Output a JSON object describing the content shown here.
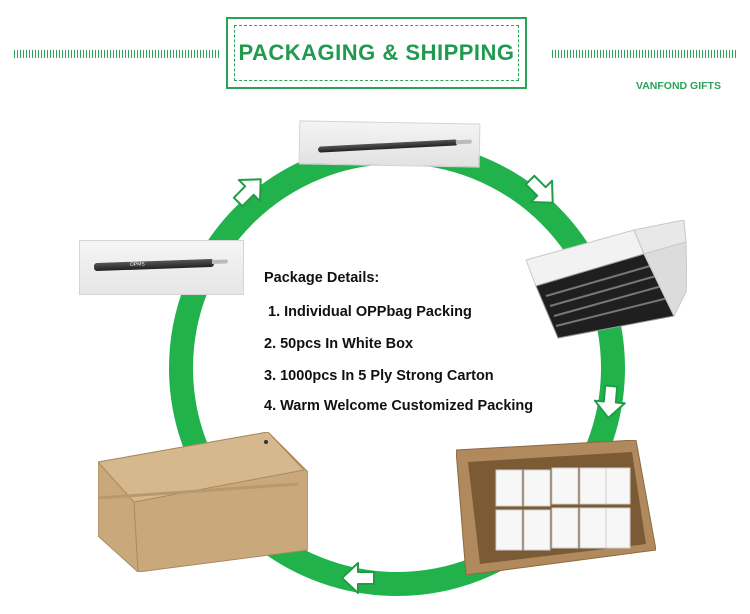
{
  "header": {
    "title": "PACKAGING & SHIPPING",
    "brand": "VANFOND GIFTS"
  },
  "colors": {
    "accent": "#2aa357",
    "cycle_ring": "#22b24c",
    "text": "#111111"
  },
  "details": {
    "heading": "Package Details:",
    "items": [
      "1. Individual OPPbag Packing",
      "2. 50pcs In White Box",
      "3. 1000pcs In 5 Ply Strong Carton",
      "4. Warm Welcome Customized Packing"
    ]
  },
  "photos": {
    "pen_logo": "OPMS"
  }
}
